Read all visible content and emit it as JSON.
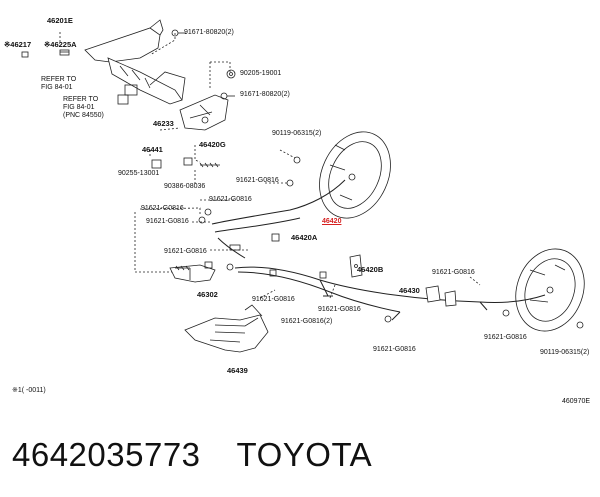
{
  "parts": {
    "p46201E": "46201E",
    "p46217": "※46217",
    "p46225A": "※46225A",
    "p91671_a": "91671-80820(2)",
    "p90205": "90205-19001",
    "p91671_b": "91671-80820(2)",
    "p46233": "46233",
    "p90119_a": "90119-06315(2)",
    "p46441": "46441",
    "p46420G": "46420G",
    "p90255": "90255-13001",
    "p90386": "90386-08036",
    "p91621_a": "91621-G0816",
    "p91621_b": "91621-G0816",
    "p91621_c": "91621-G0816",
    "p91621_d": "91621-G0816",
    "p46420": "46420",
    "p46420A": "46420A",
    "p91621_e": "91621-G0816",
    "p46420B": "46420B",
    "p91621_f": "91621-G0816",
    "p46302": "46302",
    "p91621_g": "91621-G0816",
    "p91621_h": "91621-G0816",
    "p46430": "46430",
    "p91621_i": "91621-G0816(2)",
    "p91621_j": "91621-G0816",
    "p91621_k": "91621-G0816",
    "p90119_b": "90119-06315(2)",
    "p46439": "46439"
  },
  "refs": {
    "ref1": "REFER TO\nFIG 84-01",
    "ref2": "REFER TO\nFIG 84-01\n(PNC 84550)"
  },
  "note": "※1(    -0011)",
  "diagram_code": "460970E",
  "footer": {
    "part_number": "4642035773",
    "brand": "TOYOTA"
  },
  "colors": {
    "highlight": "#d62020",
    "line": "#222222"
  }
}
